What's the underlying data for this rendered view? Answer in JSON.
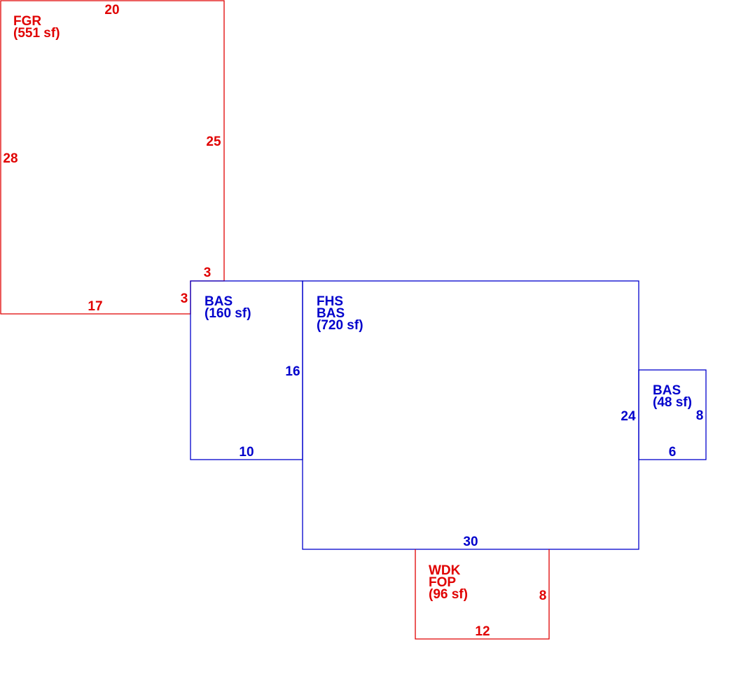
{
  "colors": {
    "red": "#e00000",
    "blue": "#0000cc"
  },
  "areas": {
    "fgr": {
      "lines": [
        "FGR",
        "(551 sf)"
      ],
      "dims": {
        "top": "20",
        "left": "28",
        "right": "25",
        "bottom": "17",
        "step_top": "3",
        "step_side": "3"
      }
    },
    "bas160": {
      "lines": [
        "BAS",
        "(160 sf)"
      ],
      "dims": {
        "right": "16",
        "bottom": "10"
      }
    },
    "bas720": {
      "lines": [
        "FHS",
        "BAS",
        "(720 sf)"
      ],
      "dims": {
        "right": "24",
        "bottom": "30"
      }
    },
    "bas48": {
      "lines": [
        "BAS",
        "(48 sf)"
      ],
      "dims": {
        "right": "8",
        "bottom": "6"
      }
    },
    "wdk": {
      "lines": [
        "WDK",
        "FOP",
        "(96 sf)"
      ],
      "dims": {
        "right": "8",
        "bottom": "12"
      }
    }
  }
}
